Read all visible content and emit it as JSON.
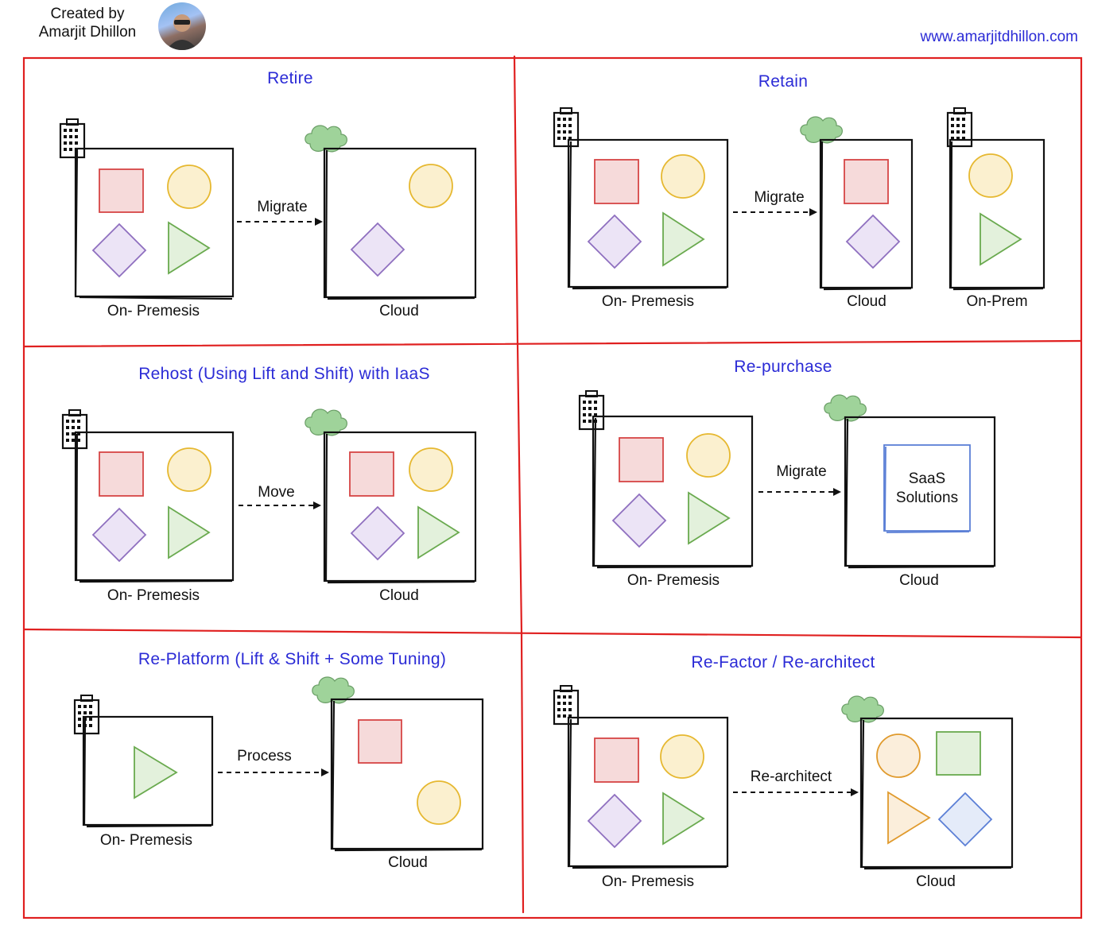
{
  "header": {
    "credit_line1": "Created by",
    "credit_line2": "Amarjit Dhillon",
    "website": "www.amarjitdhillon.com"
  },
  "colors": {
    "frame": "#e02020",
    "title": "#2b2bd6",
    "red": "#d64545",
    "yellow": "#e6b830",
    "purple": "#8e6fbf",
    "green": "#6aaa4f",
    "cloud": "#9fd39a",
    "blue": "#5b7fd6",
    "orange": "#e09a2c"
  },
  "icons": {
    "building": "building-icon",
    "cloud": "cloud-icon",
    "avatar": "avatar"
  },
  "panels": {
    "retire": {
      "title": "Retire",
      "source_label": "On- Premesis",
      "arrow_label": "Migrate",
      "target_label": "Cloud"
    },
    "retain": {
      "title": "Retain",
      "source_label": "On- Premesis",
      "arrow_label": "Migrate",
      "target_label": "Cloud",
      "onprem_label": "On-Prem"
    },
    "rehost": {
      "title": "Rehost (Using Lift and Shift) with IaaS",
      "source_label": "On- Premesis",
      "arrow_label": "Move",
      "target_label": "Cloud"
    },
    "repurchase": {
      "title": "Re-purchase",
      "source_label": "On- Premesis",
      "arrow_label": "Migrate",
      "target_label": "Cloud",
      "saas_line1": "SaaS",
      "saas_line2": "Solutions"
    },
    "replatform": {
      "title": "Re-Platform (Lift & Shift + Some Tuning)",
      "source_label": "On- Premesis",
      "arrow_label": "Process",
      "target_label": "Cloud"
    },
    "refactor": {
      "title": "Re-Factor / Re-architect",
      "source_label": "On- Premesis",
      "arrow_label": "Re-architect",
      "target_label": "Cloud"
    }
  }
}
